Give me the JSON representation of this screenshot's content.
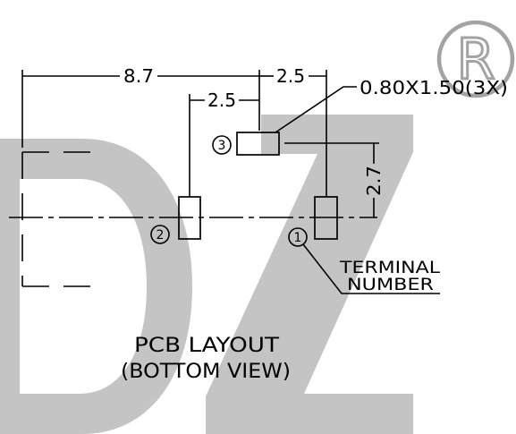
{
  "watermark": {
    "text": "DZ",
    "registered_mark": "R"
  },
  "colors": {
    "line": "#000000",
    "watermark": "#c4c4c4",
    "registered_mark": "#a3a3a3",
    "background": "#ffffff"
  },
  "drawing": {
    "title": "PCB LAYOUT",
    "subtitle": "(BOTTOM VIEW)",
    "dimensions": {
      "overall": "8.7",
      "top_pitch": "2.5",
      "lower_pitch": "2.5",
      "vertical_offset": "2.7"
    },
    "pad_callout": "0.80X1.50(3X)",
    "terminal_callout": {
      "line1": "TERMINAL",
      "line2": "NUMBER"
    },
    "terminal_numbers": [
      "1",
      "2",
      "3"
    ]
  }
}
